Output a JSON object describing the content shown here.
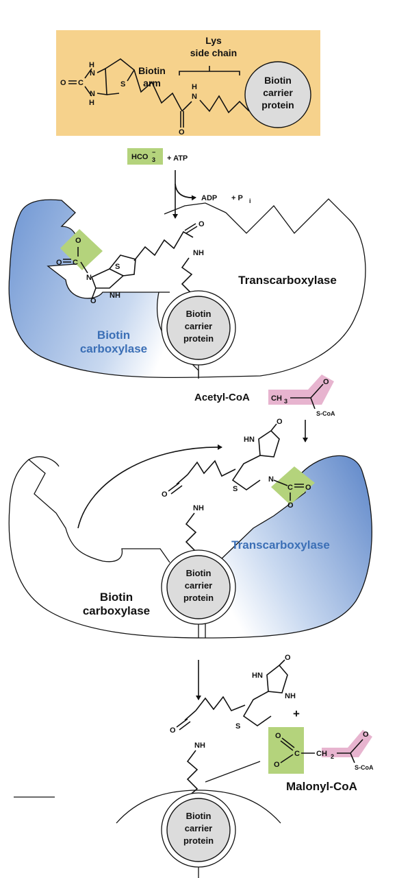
{
  "top_panel": {
    "lys_label_1": "Lys",
    "lys_label_2": "side chain",
    "biotin_arm_1": "Biotin",
    "biotin_arm_2": "arm",
    "bcp_1": "Biotin",
    "bcp_2": "carrier",
    "bcp_3": "protein",
    "atom_o": "O",
    "atom_c": "C",
    "atom_h": "H",
    "atom_n": "N",
    "atom_s": "S",
    "atom_ch2": "CH",
    "atom_2": "2"
  },
  "reagents": {
    "hco3": "HCO",
    "hco3_sub": "3",
    "hco3_sup": "−",
    "plus_atp": "+ ATP",
    "adp": "ADP",
    "plus_pi": "+ P",
    "pi_sub": "i"
  },
  "panel1": {
    "transcarboxylase": "Transcarboxylase",
    "biotin_carboxylase_1": "Biotin",
    "biotin_carboxylase_2": "carboxylase",
    "bcp_1": "Biotin",
    "bcp_2": "carrier",
    "bcp_3": "protein",
    "nh": "NH"
  },
  "acetyl": {
    "label": "Acetyl-CoA",
    "ch3": "CH",
    "ch3_sub": "3",
    "scoa": "S-CoA"
  },
  "panel2": {
    "hn": "HN",
    "transcarboxylase": "Transcarboxylase",
    "biotin_carboxylase_1": "Biotin",
    "biotin_carboxylase_2": "carboxylase",
    "bcp_1": "Biotin",
    "bcp_2": "carrier",
    "bcp_3": "protein",
    "nh": "NH"
  },
  "panel3": {
    "hn": "HN",
    "plus": "+",
    "malonyl_label": "Malonyl-CoA",
    "scoa": "S-CoA",
    "bcp_1": "Biotin",
    "bcp_2": "carrier",
    "bcp_3": "protein",
    "nh": "NH"
  },
  "colors": {
    "tan_box": "#f6d28c",
    "green_box": "#b4d37c",
    "pink_box": "#e7b4cf",
    "blue_enzyme": "#7ea2d8",
    "gray_circle": "#dcdcdc",
    "label_blue": "#3b6fb6"
  }
}
